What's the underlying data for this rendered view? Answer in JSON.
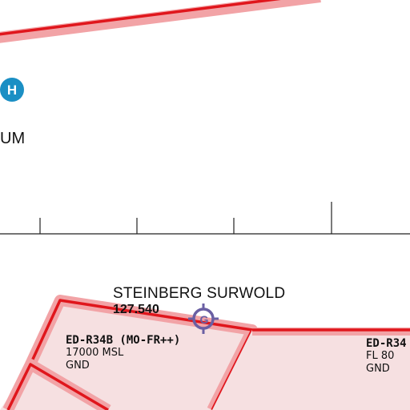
{
  "map": {
    "colors": {
      "restricted_border": "#e0161c",
      "restricted_band": "#f2a3a6",
      "restricted_fill": "#f6e0e1",
      "heliport": "#1b8fc4",
      "airfield_symbol": "#6a5fa3",
      "scale_line": "#222222"
    },
    "partial_left_label": "UM",
    "heliport": {
      "letter": "H",
      "icon": "heliport-icon"
    },
    "airfield": {
      "name": "STEINBERG SURWOLD",
      "frequency": "127.540",
      "symbol_letter": "G",
      "icon": "glider-airfield-icon"
    },
    "restricted_areas": [
      {
        "name": "ED-R34B (MO-FR++)",
        "upper": "17000 MSL",
        "lower": "GND"
      },
      {
        "name": "ED-R34",
        "upper": "FL 80",
        "lower": "GND"
      }
    ]
  }
}
